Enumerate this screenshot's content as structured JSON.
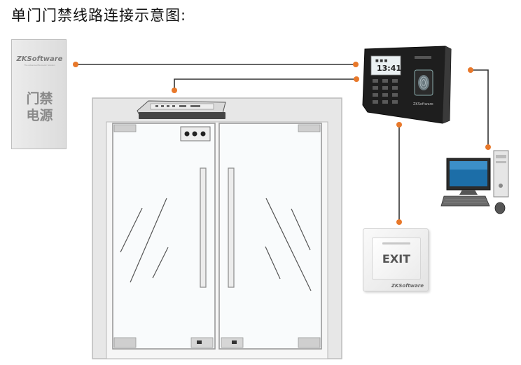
{
  "title": "单门门禁线路连接示意图:",
  "power_supply": {
    "brand": "ZKSoftware",
    "tagline": "The Advanced Biometric Solution",
    "label_line1": "门禁",
    "label_line2": "电源"
  },
  "terminal": {
    "screen_time": "13:41",
    "brand": "ZKSoftware"
  },
  "exit_button": {
    "label": "EXIT",
    "brand": "ZKSoftware"
  },
  "colors": {
    "wire": "#333333",
    "node": "#e8782a",
    "door_frame": "#e6e6e6",
    "glass": "#f7f9fa"
  },
  "icons": [
    "power-supply-icon",
    "fingerprint-terminal-icon",
    "computer-icon",
    "exit-button-icon",
    "electric-lock-icon",
    "door-icon"
  ]
}
